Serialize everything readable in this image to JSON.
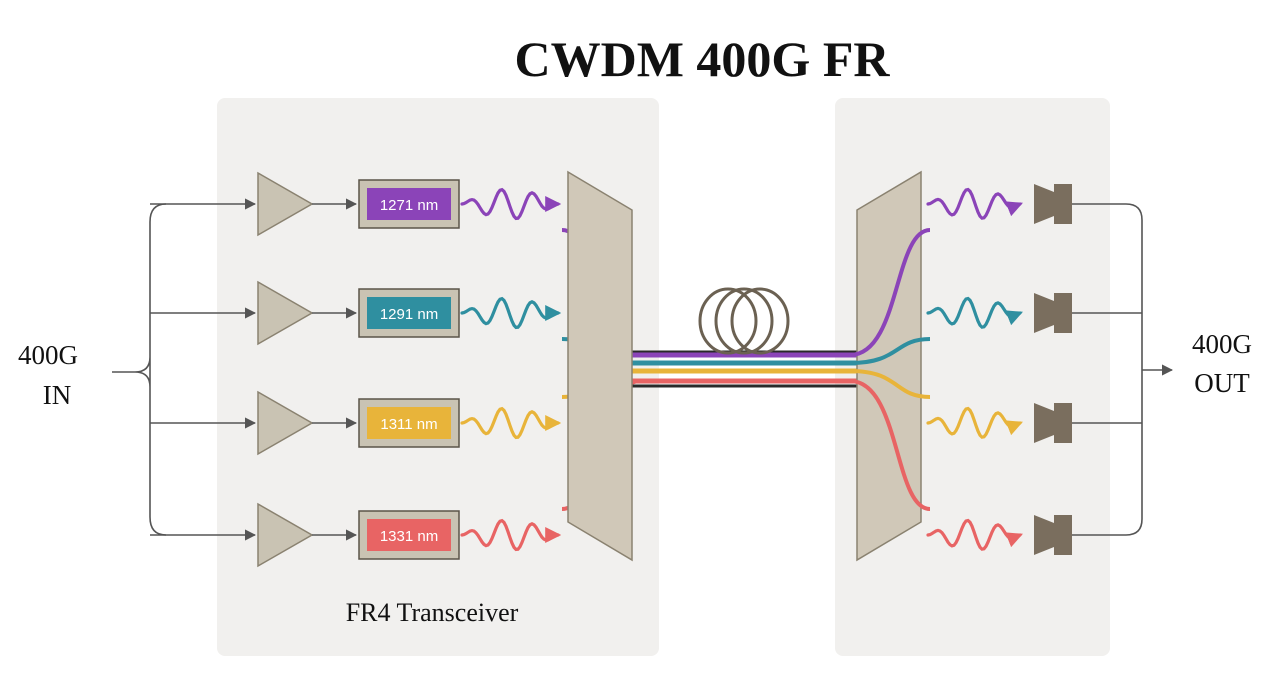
{
  "title": "CWDM 400G FR",
  "input_label": {
    "line1": "400G",
    "line2": "IN"
  },
  "output_label": {
    "line1": "400G",
    "line2": "OUT"
  },
  "transceiver_label": "FR4 Transceiver",
  "lanes": [
    {
      "label": "1271 nm",
      "color": "#8b44b8"
    },
    {
      "label": "1291 nm",
      "color": "#2f8fa0"
    },
    {
      "label": "1311 nm",
      "color": "#e8b43a"
    },
    {
      "label": "1331 nm",
      "color": "#e86464"
    }
  ],
  "colors": {
    "panel": "#f1f0ee",
    "component": "#c9c3b3",
    "component_stroke": "#8a8270",
    "mux": "#d0c8b8",
    "fiber": "#2a2a2a",
    "detector": "#7a6e5e",
    "wire": "#555555"
  }
}
